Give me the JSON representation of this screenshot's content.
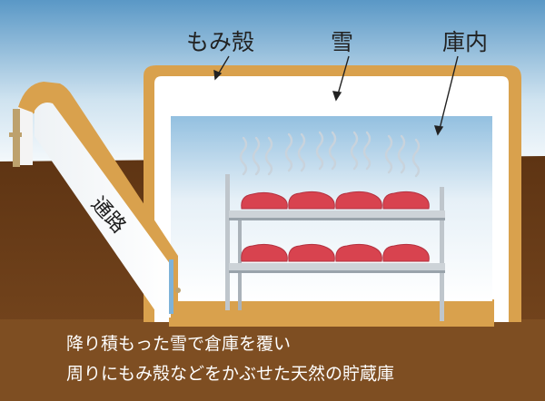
{
  "labels": {
    "rice_husk": "もみ殻",
    "snow": "雪",
    "inside": "庫内",
    "passage": "通路"
  },
  "caption": {
    "line1": "降り積もった雪で倉庫を覆い",
    "line2": "周りにもみ殻などをかぶせた天然の貯蔵庫"
  },
  "colors": {
    "sky_top": "#5f9fcb",
    "husk": "#d9a14d",
    "soil": "#6b3d18",
    "ground_bottom": "#7f4f24",
    "snow": "#ffffff",
    "meat": "#d8434f",
    "shelf": "#c7cdd2"
  }
}
